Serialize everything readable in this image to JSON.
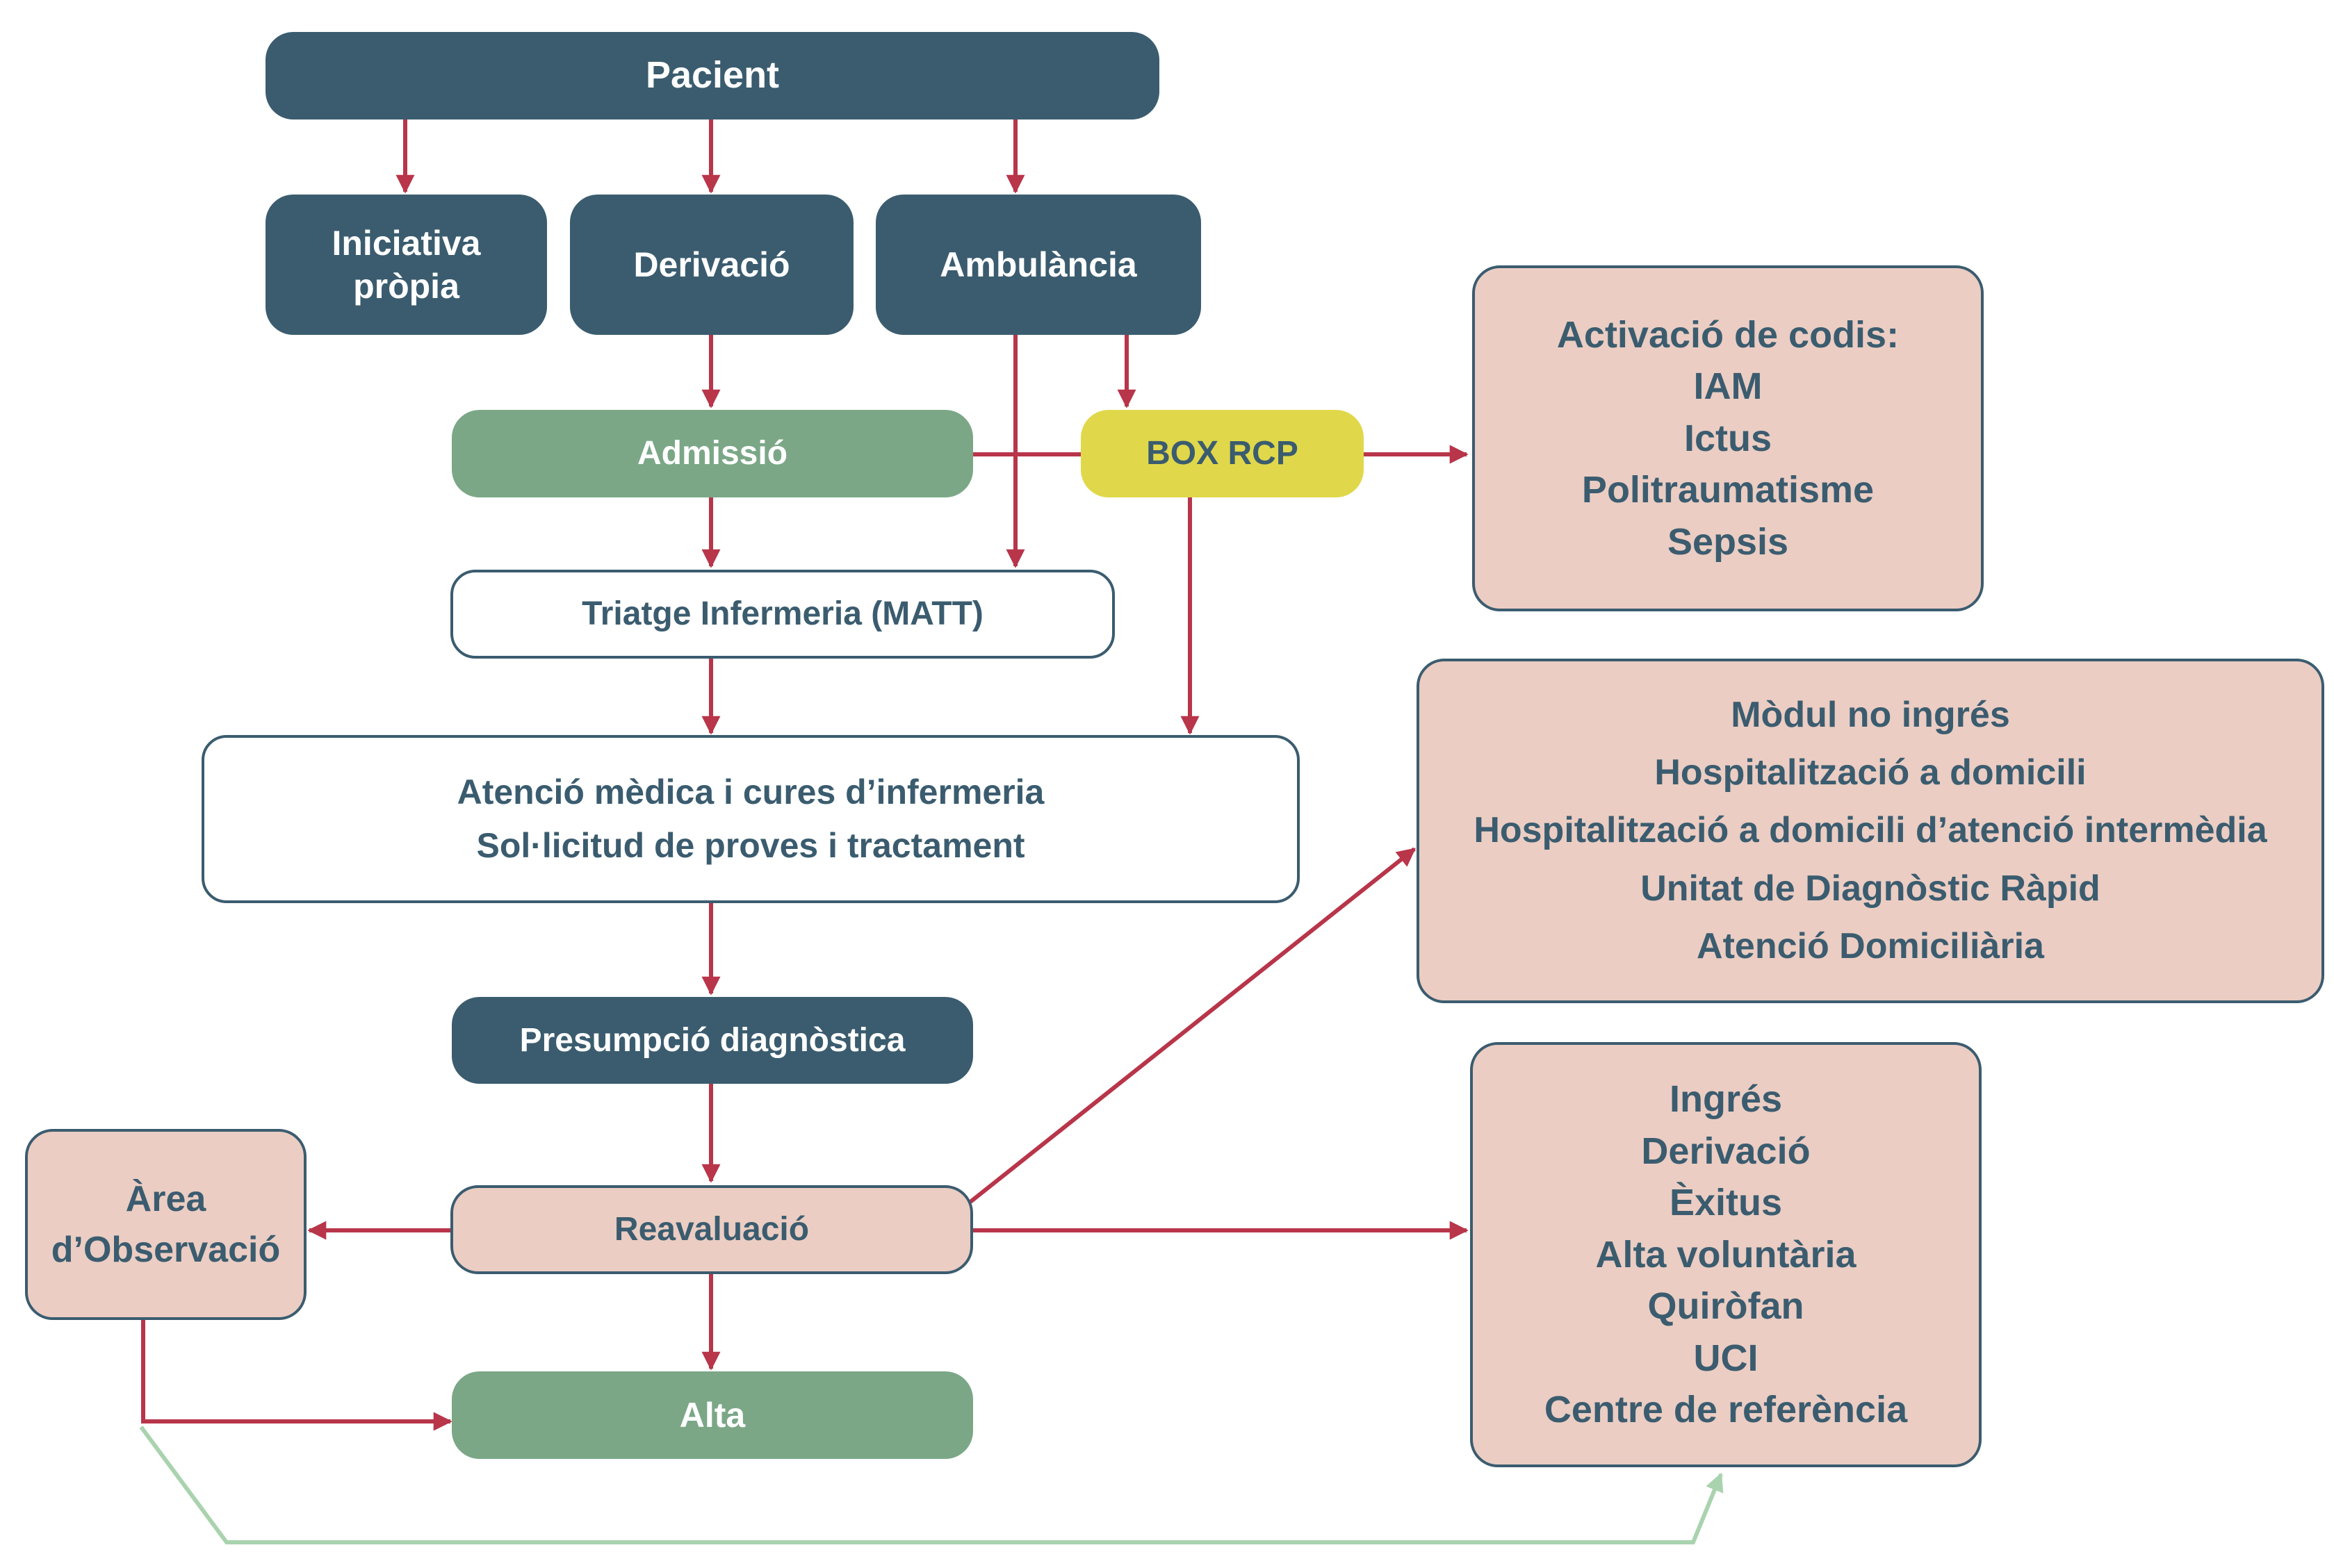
{
  "colors": {
    "dark": "#3b5c6f",
    "green": "#7ba787",
    "yellow": "#e0d84a",
    "pink": "#ebcdc3",
    "arrow": "#b8354a",
    "feedback": "#a9d3ae"
  },
  "nodes": {
    "pacient": "Pacient",
    "iniciativa": [
      "Iniciativa",
      "pròpia"
    ],
    "derivacio": "Derivació",
    "ambulancia": "Ambulància",
    "admissio": "Admissió",
    "box_rcp": "BOX RCP",
    "triatge": "Triatge Infermeria (MATT)",
    "atencio": [
      "Atenció mèdica i cures d’infermeria",
      "Sol·licitud de proves i tractament"
    ],
    "presumpcio": "Presumpció diagnòstica",
    "reavaluacio": "Reavaluació",
    "alta": "Alta",
    "observacio": [
      "Àrea",
      "d’Observació"
    ],
    "codis": [
      "Activació de codis:",
      "IAM",
      "Ictus",
      "Politraumatisme",
      "Sepsis"
    ],
    "no_ingres": [
      "Mòdul no ingrés",
      "Hospitalització a domicili",
      "Hospitalització a domicili d’atenció intermèdia",
      "Unitat de Diagnòstic Ràpid",
      "Atenció Domiciliària"
    ],
    "destins": [
      "Ingrés",
      "Derivació",
      "Èxitus",
      "Alta voluntària",
      "Quiròfan",
      "UCI",
      "Centre de referència"
    ]
  }
}
